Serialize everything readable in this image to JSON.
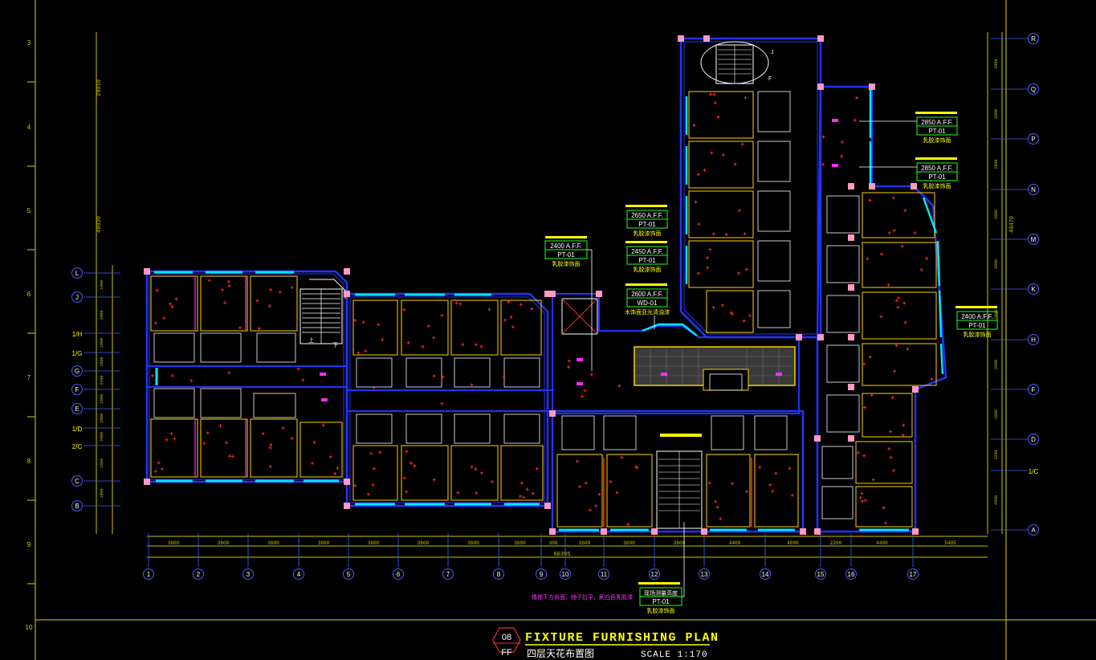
{
  "title": {
    "number": "08",
    "code": "FF",
    "main": "FIXTURE FURNISHING PLAN",
    "sub": "四层天花布置图",
    "scale": "SCALE 1:170"
  },
  "left_ruler_marks": [
    "3",
    "4",
    "5",
    "6",
    "7",
    "8",
    "9",
    "10"
  ],
  "left_overall_dims": [
    "29010",
    "48030"
  ],
  "left_axes": [
    "L",
    "J",
    "1/H",
    "1/G",
    "G",
    "F",
    "E",
    "1/D",
    "2/C",
    "C",
    "B"
  ],
  "left_axis_dims": [
    "1800",
    "2000",
    "1800",
    "1800",
    "2400",
    "1800",
    "1800",
    "2000",
    "1800",
    "1800"
  ],
  "right_axes": [
    "R",
    "Q",
    "P",
    "N",
    "M",
    "K",
    "H",
    "F",
    "D",
    "1/C",
    "A"
  ],
  "right_axis_dims": [
    "2800",
    "2800",
    "2800",
    "2800",
    "2800",
    "2800",
    "2800",
    "2800",
    "2200",
    "4400"
  ],
  "right_overall_dim": "40470",
  "bottom_axes": [
    "1",
    "2",
    "3",
    "4",
    "5",
    "6",
    "7",
    "8",
    "9",
    "10",
    "11",
    "12",
    "13",
    "14",
    "15",
    "16",
    "17"
  ],
  "bottom_dims": [
    "3600",
    "3600",
    "3600",
    "3600",
    "3600",
    "3600",
    "3600",
    "3600",
    "300",
    "3600",
    "3600",
    "3600",
    "4400",
    "4000",
    "2200",
    "4400",
    "5405"
  ],
  "bottom_total": "60395",
  "callouts": [
    {
      "id": "c1",
      "height": "2400 A.F.F.",
      "code": "PT-01",
      "desc": "乳胶漆饰面"
    },
    {
      "id": "c2",
      "height": "2650 A.F.F.",
      "code": "PT-01",
      "desc": "乳胶漆饰面"
    },
    {
      "id": "c3",
      "height": "2450 A.F.F.",
      "code": "PT-01",
      "desc": "乳胶漆饰面"
    },
    {
      "id": "c4",
      "height": "2600 A.F.F.",
      "code": "WD-01",
      "desc": "木饰面亚光清油漆"
    },
    {
      "id": "c5",
      "height": "2850 A.F.F.",
      "code": "PT-01",
      "desc": "乳胶漆饰面"
    },
    {
      "id": "c6",
      "height": "2850 A.F.F.",
      "code": "PT-01",
      "desc": "乳胶漆饰面"
    },
    {
      "id": "c7",
      "height": "2400 A.F.F.",
      "code": "PT-01",
      "desc": "乳胶漆饰面"
    },
    {
      "id": "c8",
      "height": "现场测量高度",
      "code": "PT-01",
      "desc": "乳胶漆饰面"
    }
  ],
  "bottom_note": "楼梯下方斜面，随子拉平，刷白色乳胶漆",
  "stair_labels": [
    "J",
    "F",
    "下",
    "上"
  ],
  "colors": {
    "background": "#000000",
    "wall": "#2233ff",
    "window": "#00e5ff",
    "lighting": "#ff2a2a",
    "dim": "#c8c400",
    "axis": "#4a5cff",
    "column": "#ff9ac0",
    "magenta": "#ff2bff",
    "yellow": "#ffff00",
    "green": "#22ff22"
  }
}
